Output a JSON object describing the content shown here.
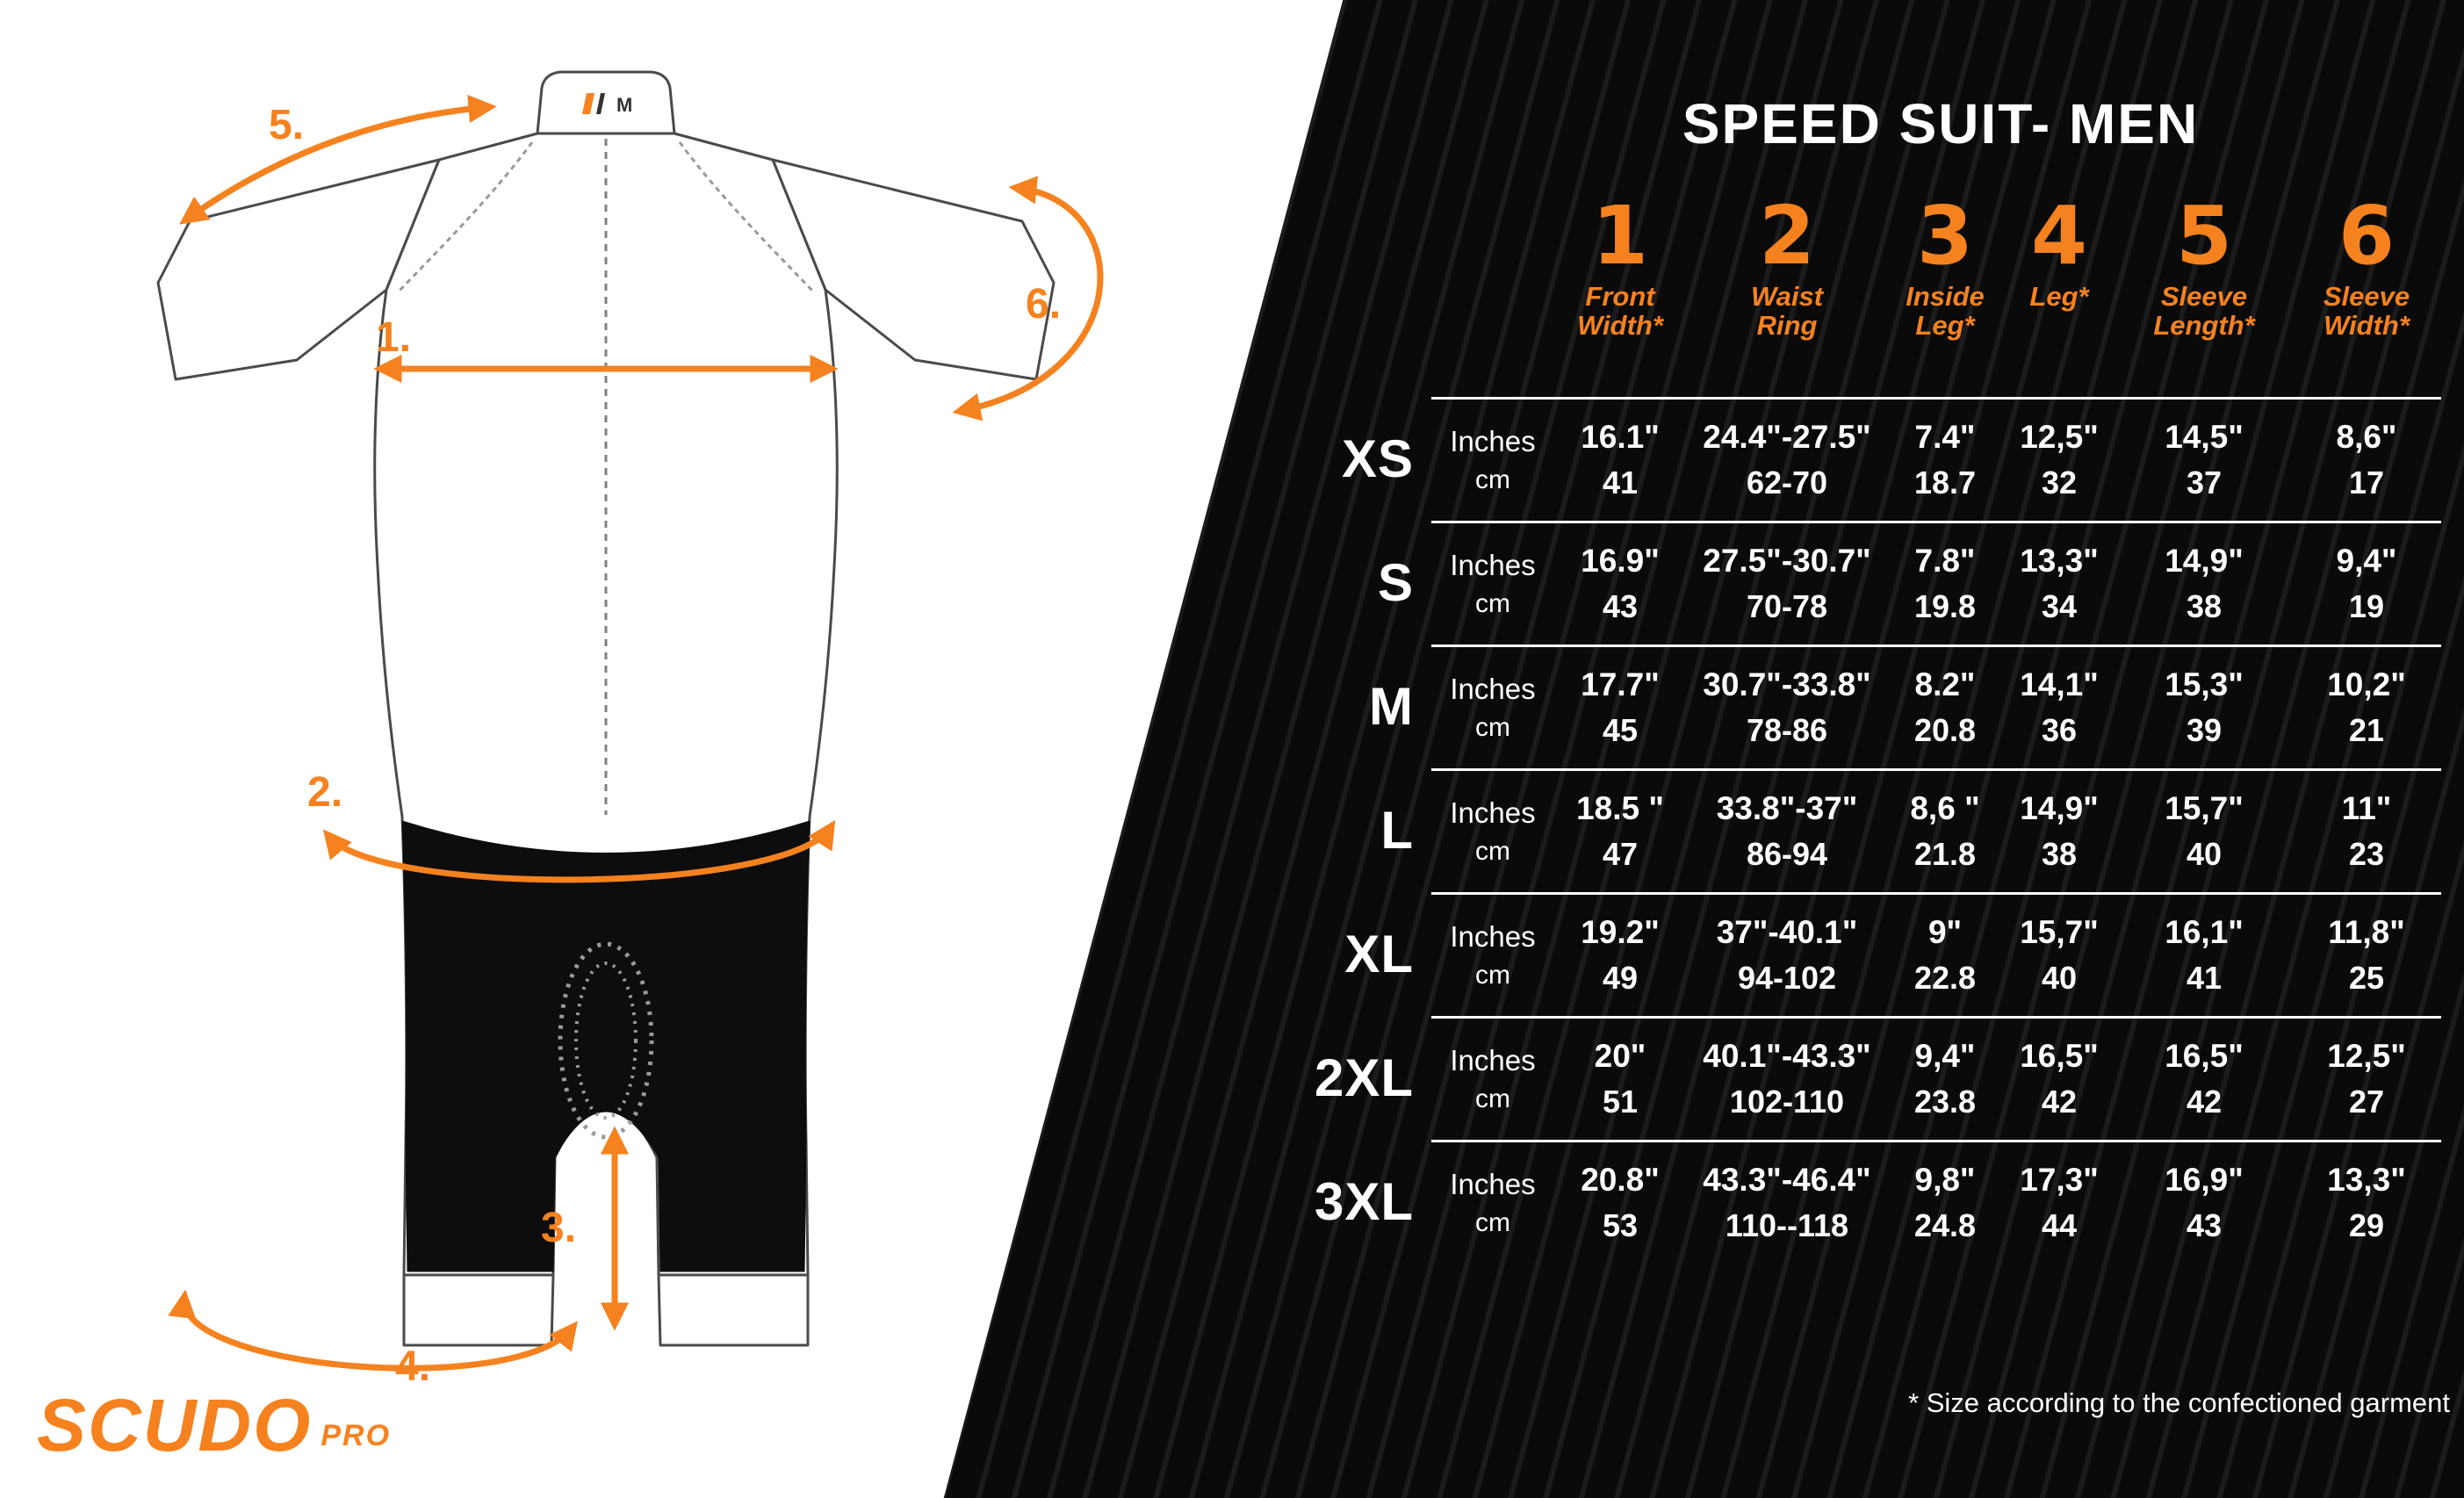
{
  "brand": {
    "logo_main": "SCUDO",
    "logo_sub": "PRO"
  },
  "diagram": {
    "collar_size_tag": "M",
    "annotations": {
      "a1": "1.",
      "a2": "2.",
      "a3": "3.",
      "a4": "4.",
      "a5": "5.",
      "a6": "6."
    }
  },
  "colors": {
    "accent_orange": "#F5821F",
    "panel_black": "#0B0B0B",
    "text_white": "#FFFFFF"
  },
  "chart_data": {
    "type": "table",
    "title": "SPEED SUIT- MEN",
    "unit_labels": [
      "Inches",
      "cm"
    ],
    "columns": [
      {
        "num": "1",
        "label": "Front Width*"
      },
      {
        "num": "2",
        "label": "Waist Ring"
      },
      {
        "num": "3",
        "label": "Inside Leg*"
      },
      {
        "num": "4",
        "label": "Leg*"
      },
      {
        "num": "5",
        "label": "Sleeve Length*"
      },
      {
        "num": "6",
        "label": "Sleeve Width*"
      }
    ],
    "rows": [
      {
        "size": "XS",
        "values": [
          [
            "16.1\"",
            "41"
          ],
          [
            "24.4\"-27.5\"",
            "62-70"
          ],
          [
            "7.4\"",
            "18.7"
          ],
          [
            "12,5\"",
            "32"
          ],
          [
            "14,5\"",
            "37"
          ],
          [
            "8,6\"",
            "17"
          ]
        ]
      },
      {
        "size": "S",
        "values": [
          [
            "16.9\"",
            "43"
          ],
          [
            "27.5\"-30.7\"",
            "70-78"
          ],
          [
            "7.8\"",
            "19.8"
          ],
          [
            "13,3\"",
            "34"
          ],
          [
            "14,9\"",
            "38"
          ],
          [
            "9,4\"",
            "19"
          ]
        ]
      },
      {
        "size": "M",
        "values": [
          [
            "17.7\"",
            "45"
          ],
          [
            "30.7\"-33.8\"",
            "78-86"
          ],
          [
            "8.2\"",
            "20.8"
          ],
          [
            "14,1\"",
            "36"
          ],
          [
            "15,3\"",
            "39"
          ],
          [
            "10,2\"",
            "21"
          ]
        ]
      },
      {
        "size": "L",
        "values": [
          [
            "18.5 \"",
            "47"
          ],
          [
            "33.8\"-37\"",
            "86-94"
          ],
          [
            "8,6 \"",
            "21.8"
          ],
          [
            "14,9\"",
            "38"
          ],
          [
            "15,7\"",
            "40"
          ],
          [
            "11\"",
            "23"
          ]
        ]
      },
      {
        "size": "XL",
        "values": [
          [
            "19.2\"",
            "49"
          ],
          [
            "37\"-40.1\"",
            "94-102"
          ],
          [
            "9\"",
            "22.8"
          ],
          [
            "15,7\"",
            "40"
          ],
          [
            "16,1\"",
            "41"
          ],
          [
            "11,8\"",
            "25"
          ]
        ]
      },
      {
        "size": "2XL",
        "values": [
          [
            "20\"",
            "51"
          ],
          [
            "40.1\"-43.3\"",
            "102-110"
          ],
          [
            "9,4\"",
            "23.8"
          ],
          [
            "16,5\"",
            "42"
          ],
          [
            "16,5\"",
            "42"
          ],
          [
            "12,5\"",
            "27"
          ]
        ]
      },
      {
        "size": "3XL",
        "values": [
          [
            "20.8\"",
            "53"
          ],
          [
            "43.3\"-46.4\"",
            "110--118"
          ],
          [
            "9,8\"",
            "24.8"
          ],
          [
            "17,3\"",
            "44"
          ],
          [
            "16,9\"",
            "43"
          ],
          [
            "13,3\"",
            "29"
          ]
        ]
      }
    ],
    "footnote": "* Size according to the confectioned garment",
    "legend_position": "none",
    "grid": "horizontal-separators"
  }
}
